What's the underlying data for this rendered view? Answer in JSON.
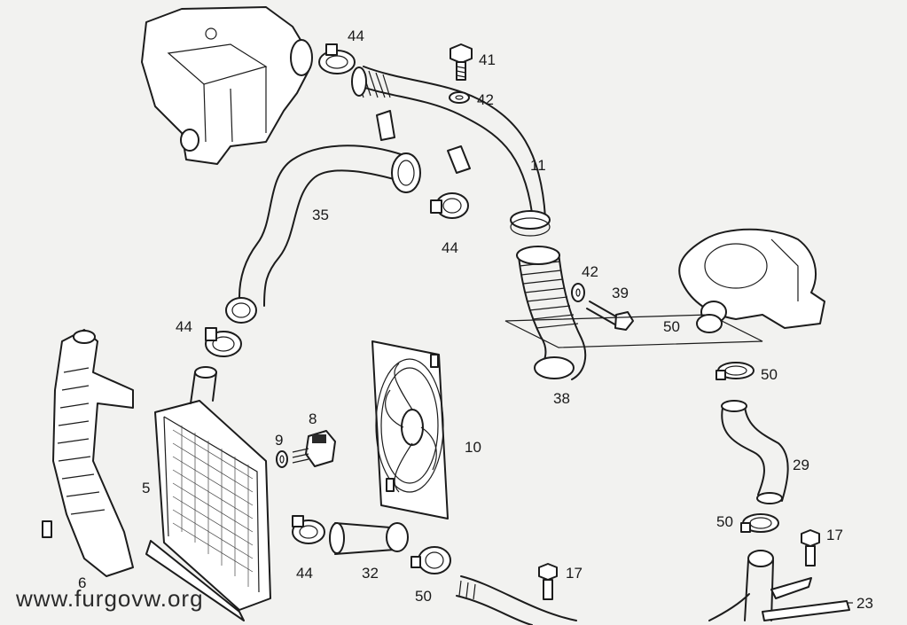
{
  "diagram": {
    "callouts": [
      {
        "id": "c44a",
        "text": "44"
      },
      {
        "id": "c41",
        "text": "41"
      },
      {
        "id": "c42a",
        "text": "42"
      },
      {
        "id": "c11",
        "text": "11"
      },
      {
        "id": "c35",
        "text": "35"
      },
      {
        "id": "c44b",
        "text": "44"
      },
      {
        "id": "c42b",
        "text": "42"
      },
      {
        "id": "c39",
        "text": "39"
      },
      {
        "id": "c50a",
        "text": "50"
      },
      {
        "id": "c44c",
        "text": "44"
      },
      {
        "id": "c50b",
        "text": "50"
      },
      {
        "id": "c38",
        "text": "38"
      },
      {
        "id": "c8",
        "text": "8"
      },
      {
        "id": "c9",
        "text": "9"
      },
      {
        "id": "c10",
        "text": "10"
      },
      {
        "id": "c29",
        "text": "29"
      },
      {
        "id": "c5",
        "text": "5"
      },
      {
        "id": "c50c",
        "text": "50"
      },
      {
        "id": "c17a",
        "text": "17"
      },
      {
        "id": "c44d",
        "text": "44"
      },
      {
        "id": "c32",
        "text": "32"
      },
      {
        "id": "c17b",
        "text": "17"
      },
      {
        "id": "c50d",
        "text": "50"
      },
      {
        "id": "c6",
        "text": "6"
      },
      {
        "id": "c23",
        "text": "23"
      }
    ],
    "watermark": "www.furgovw.org"
  }
}
